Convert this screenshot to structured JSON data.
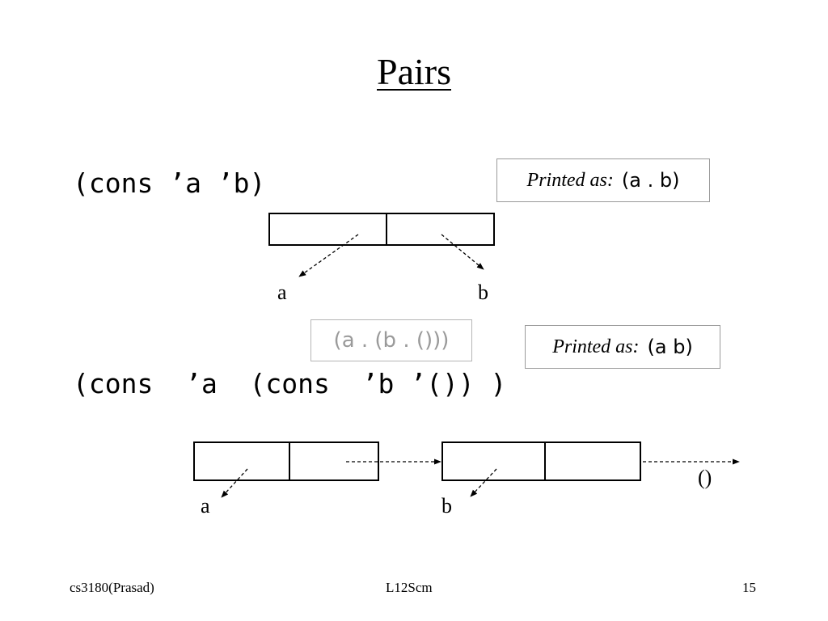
{
  "slide": {
    "title": "Pairs",
    "example1": {
      "code": "(cons ’a ’b)",
      "printed_label": "Printed as:",
      "printed_value": "(a . b)",
      "car_atom": "a",
      "cdr_atom": "b"
    },
    "example2": {
      "code": "(cons  ’a  (cons  ’b ’()) )",
      "dotted_form": "(a . (b . ()))",
      "printed_label": "Printed as:",
      "printed_value": "(a b)",
      "car1_atom": "a",
      "car2_atom": "b",
      "end_atom": "()"
    },
    "footer": {
      "left": "cs3180(Prasad)",
      "center": "L12Scm",
      "right": "15"
    }
  }
}
